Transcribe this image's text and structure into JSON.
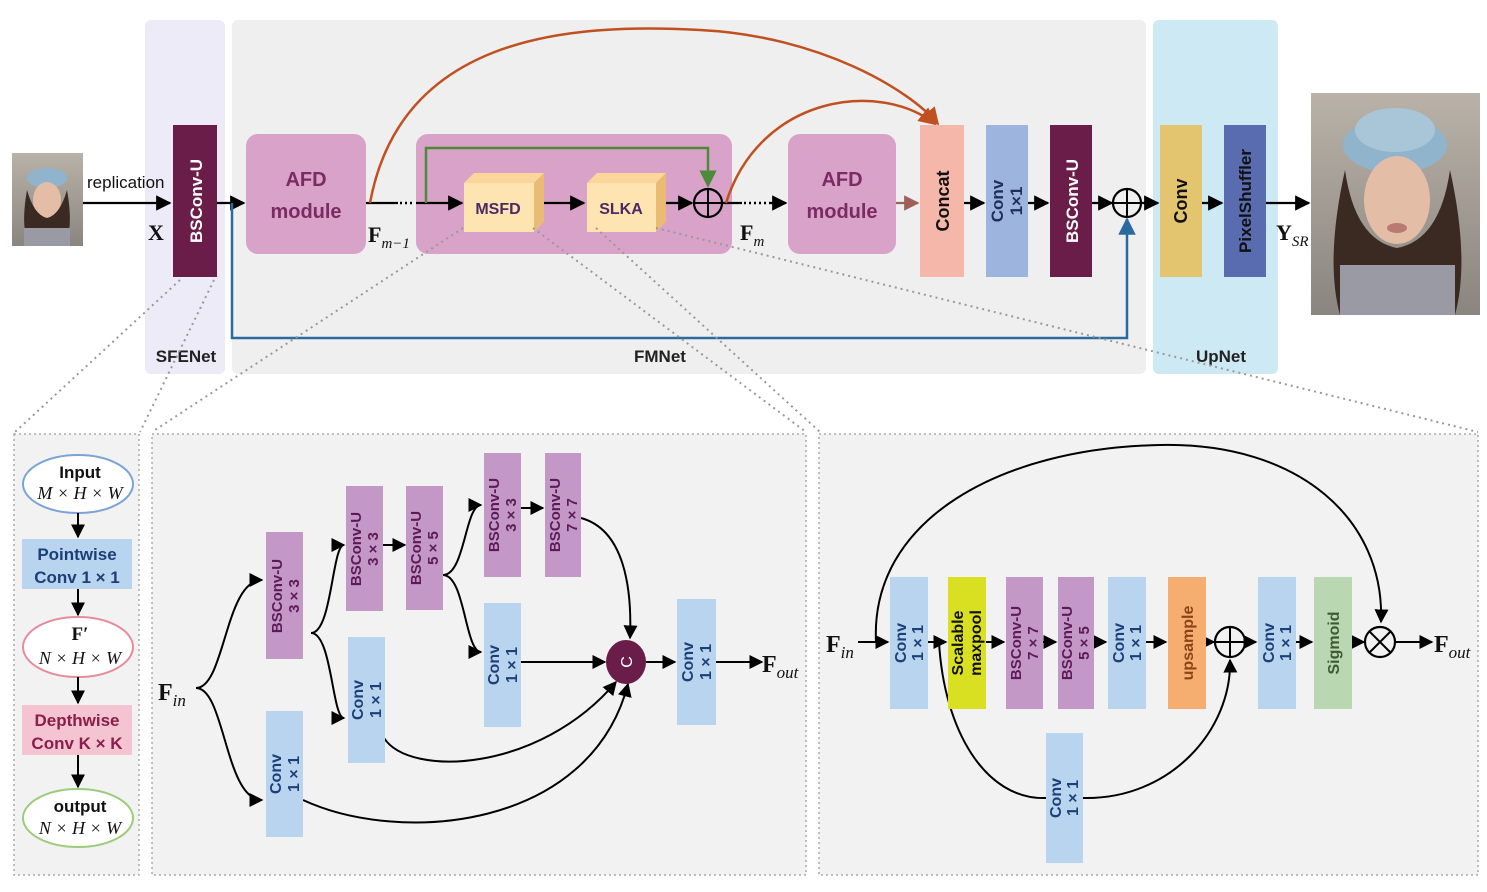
{
  "top": {
    "input_label": "X",
    "replication_label": "replication",
    "sfenet_block": "BSConv-U",
    "afd_left": [
      "AFD",
      "module"
    ],
    "afd_right": [
      "AFD",
      "module"
    ],
    "fm_minus_1": {
      "base": "F",
      "sub": "m−1"
    },
    "fm": {
      "base": "F",
      "sub": "m"
    },
    "msfd": "MSFD",
    "slka": "SLKA",
    "concat": "Concat",
    "conv1x1": [
      "Conv",
      "1×1"
    ],
    "bsconv_u2": "BSConv-U",
    "conv_up": "Conv",
    "pixelshuffler": "PixelShuffler",
    "output_label": {
      "base": "Y",
      "sub": "SR"
    },
    "sfenet_label": "SFENet",
    "fmnet_label": "FMNet",
    "upnet_label": "UpNet"
  },
  "bsconv_detail": {
    "input": [
      "Input",
      "M × H × W"
    ],
    "pointwise": [
      "Pointwise",
      "Conv 1 × 1"
    ],
    "fprime": [
      "F′",
      "N × H × W"
    ],
    "depthwise": [
      "Depthwise",
      "Conv K × K"
    ],
    "output": [
      "output",
      "N × H × W"
    ]
  },
  "msfd_detail": {
    "fin": {
      "base": "F",
      "sub": "in"
    },
    "fout": {
      "base": "F",
      "sub": "out"
    },
    "bs33a": [
      "BSConv-U",
      "3 × 3"
    ],
    "bs33b": [
      "BSConv-U",
      "3 × 3"
    ],
    "bs55": [
      "BSConv-U",
      "5 × 5"
    ],
    "bs33c": [
      "BSConv-U",
      "3 × 3"
    ],
    "bs77": [
      "BSConv-U",
      "7 × 7"
    ],
    "conv_a": [
      "Conv",
      "1 × 1"
    ],
    "conv_b": [
      "Conv",
      "1 × 1"
    ],
    "conv_c": [
      "Conv",
      "1 × 1"
    ],
    "conv_out": [
      "Conv",
      "1 × 1"
    ],
    "concat_symbol": "C"
  },
  "slka_detail": {
    "fin": {
      "base": "F",
      "sub": "in"
    },
    "fout": {
      "base": "F",
      "sub": "out"
    },
    "conv1": [
      "Conv",
      "1 × 1"
    ],
    "maxpool": [
      "Scalable",
      "maxpool"
    ],
    "bs77": [
      "BSConv-U",
      "7 × 7"
    ],
    "bs55": [
      "BSConv-U",
      "5 × 5"
    ],
    "conv2": [
      "Conv",
      "1 × 1"
    ],
    "upsample": "upsample",
    "conv3": [
      "Conv",
      "1 × 1"
    ],
    "sigmoid": "Sigmoid",
    "conv_bottom": [
      "Conv",
      "1 × 1"
    ]
  },
  "colors": {
    "bsconv": "#6b1d4a",
    "afd": "#d9a2c8",
    "msfd": "#fde4b0",
    "concat": "#f6b7ab",
    "conv_blue": "#9db4df",
    "conv_light": "#b8d4ee",
    "conv_up": "#e3c46f",
    "pixelshuffler": "#5a6cb0",
    "purple_block": "#c498c6",
    "maxpool": "#d9e021",
    "upsample": "#f6ad70",
    "sigmoid": "#b9d7b0",
    "orange_arrow": "#c0501f",
    "blue_arrow": "#2b6aa0",
    "green_arrow": "#4c8a3a"
  }
}
